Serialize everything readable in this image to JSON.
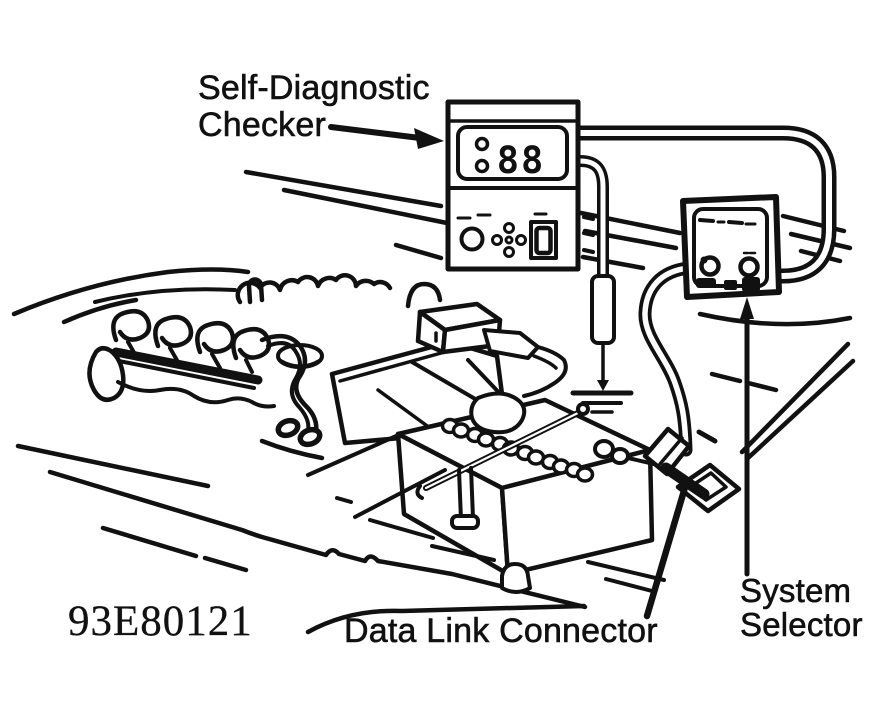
{
  "figure": {
    "id_code": "93E80121",
    "labels": {
      "checker_line1": "Self-Diagnostic",
      "checker_line2": "Checker",
      "data_link": "Data Link Connector",
      "system_line1": "System",
      "system_line2": "Selector"
    },
    "checker": {
      "display_value": "88"
    },
    "colors": {
      "ink": "#111111",
      "paper": "#ffffff"
    }
  }
}
